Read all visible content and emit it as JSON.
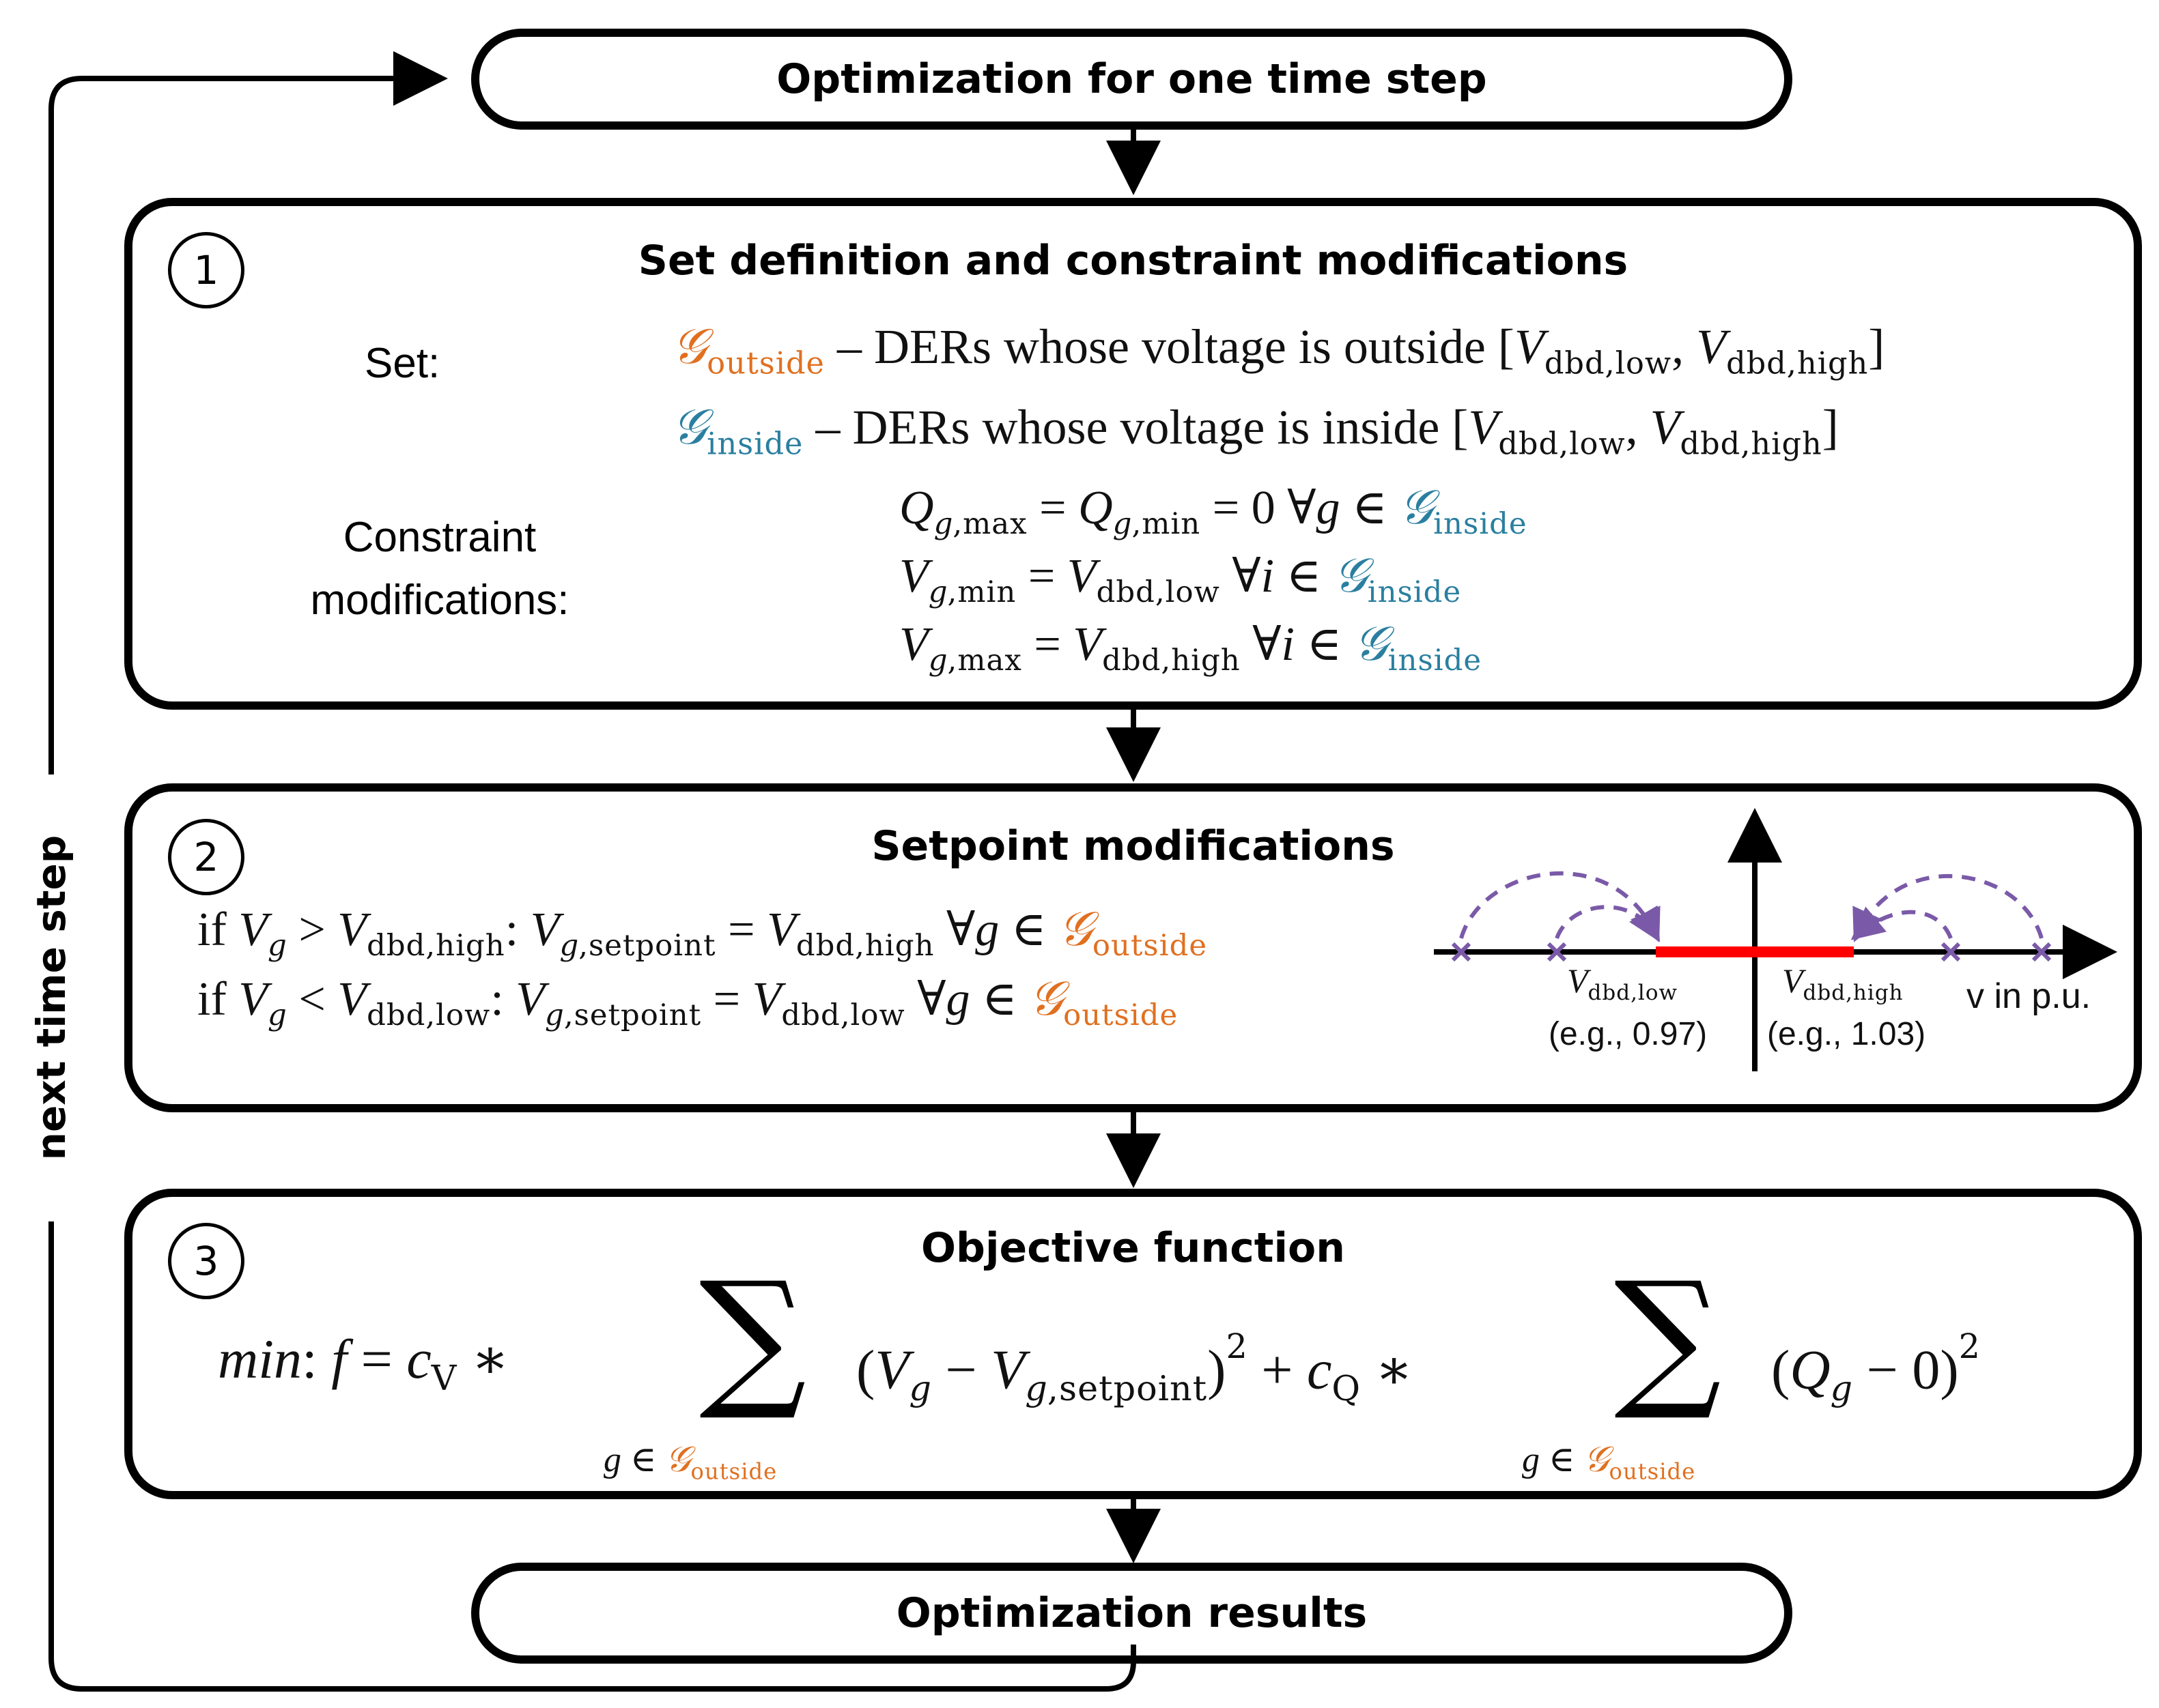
{
  "top_box": {
    "label": "Optimization for one time step"
  },
  "bottom_box": {
    "label": "Optimization results"
  },
  "loop_label": "next time step",
  "step1": {
    "number": "1",
    "title": "Set definition and constraint modifications",
    "set_label": "Set:",
    "constraint_label_1": "Constraint",
    "constraint_label_2": "modifications:",
    "set_outside": {
      "symbol": "𝒢",
      "subscript": "outside",
      "text": " – DERs whose voltage is outside [",
      "v_low_sub": "dbd,low",
      "v_high_sub": "dbd,high"
    },
    "set_inside": {
      "symbol": "𝒢",
      "subscript": "inside",
      "text": " – DERs whose voltage is inside ["
    },
    "constraints": [
      "Q_{g,max} = Q_{g,min} = 0 ∀g ∈ 𝒢_inside",
      "V_{g,min} = V_{dbd,low} ∀i ∈ 𝒢_inside",
      "V_{g,max} = V_{dbd,high} ∀i ∈ 𝒢_inside"
    ]
  },
  "step2": {
    "number": "2",
    "title": "Setpoint modifications",
    "rules": [
      "if V_g > V_dbd,high: V_g,setpoint = V_dbd,high ∀g ∈ 𝒢_outside",
      "if V_g < V_dbd,low: V_g,setpoint = V_dbd,low ∀g ∈ 𝒢_outside"
    ],
    "axis_label": "v in p.u.",
    "low_example": "(e.g., 0.97)",
    "high_example": "(e.g., 1.03)",
    "low_sub": "dbd,low",
    "high_sub": "dbd,high"
  },
  "step3": {
    "number": "3",
    "title": "Objective function",
    "formula": "min: f = c_V * Σ_{g ∈ 𝒢_outside} (V_g − V_g,setpoint)^2 + c_Q * Σ_{g ∈ 𝒢_outside} (Q_g − 0)^2"
  },
  "colors": {
    "outside": "#e07020",
    "inside": "#2a7fa0",
    "deadband": "#ff0000",
    "markers": "#7a5aa8"
  }
}
